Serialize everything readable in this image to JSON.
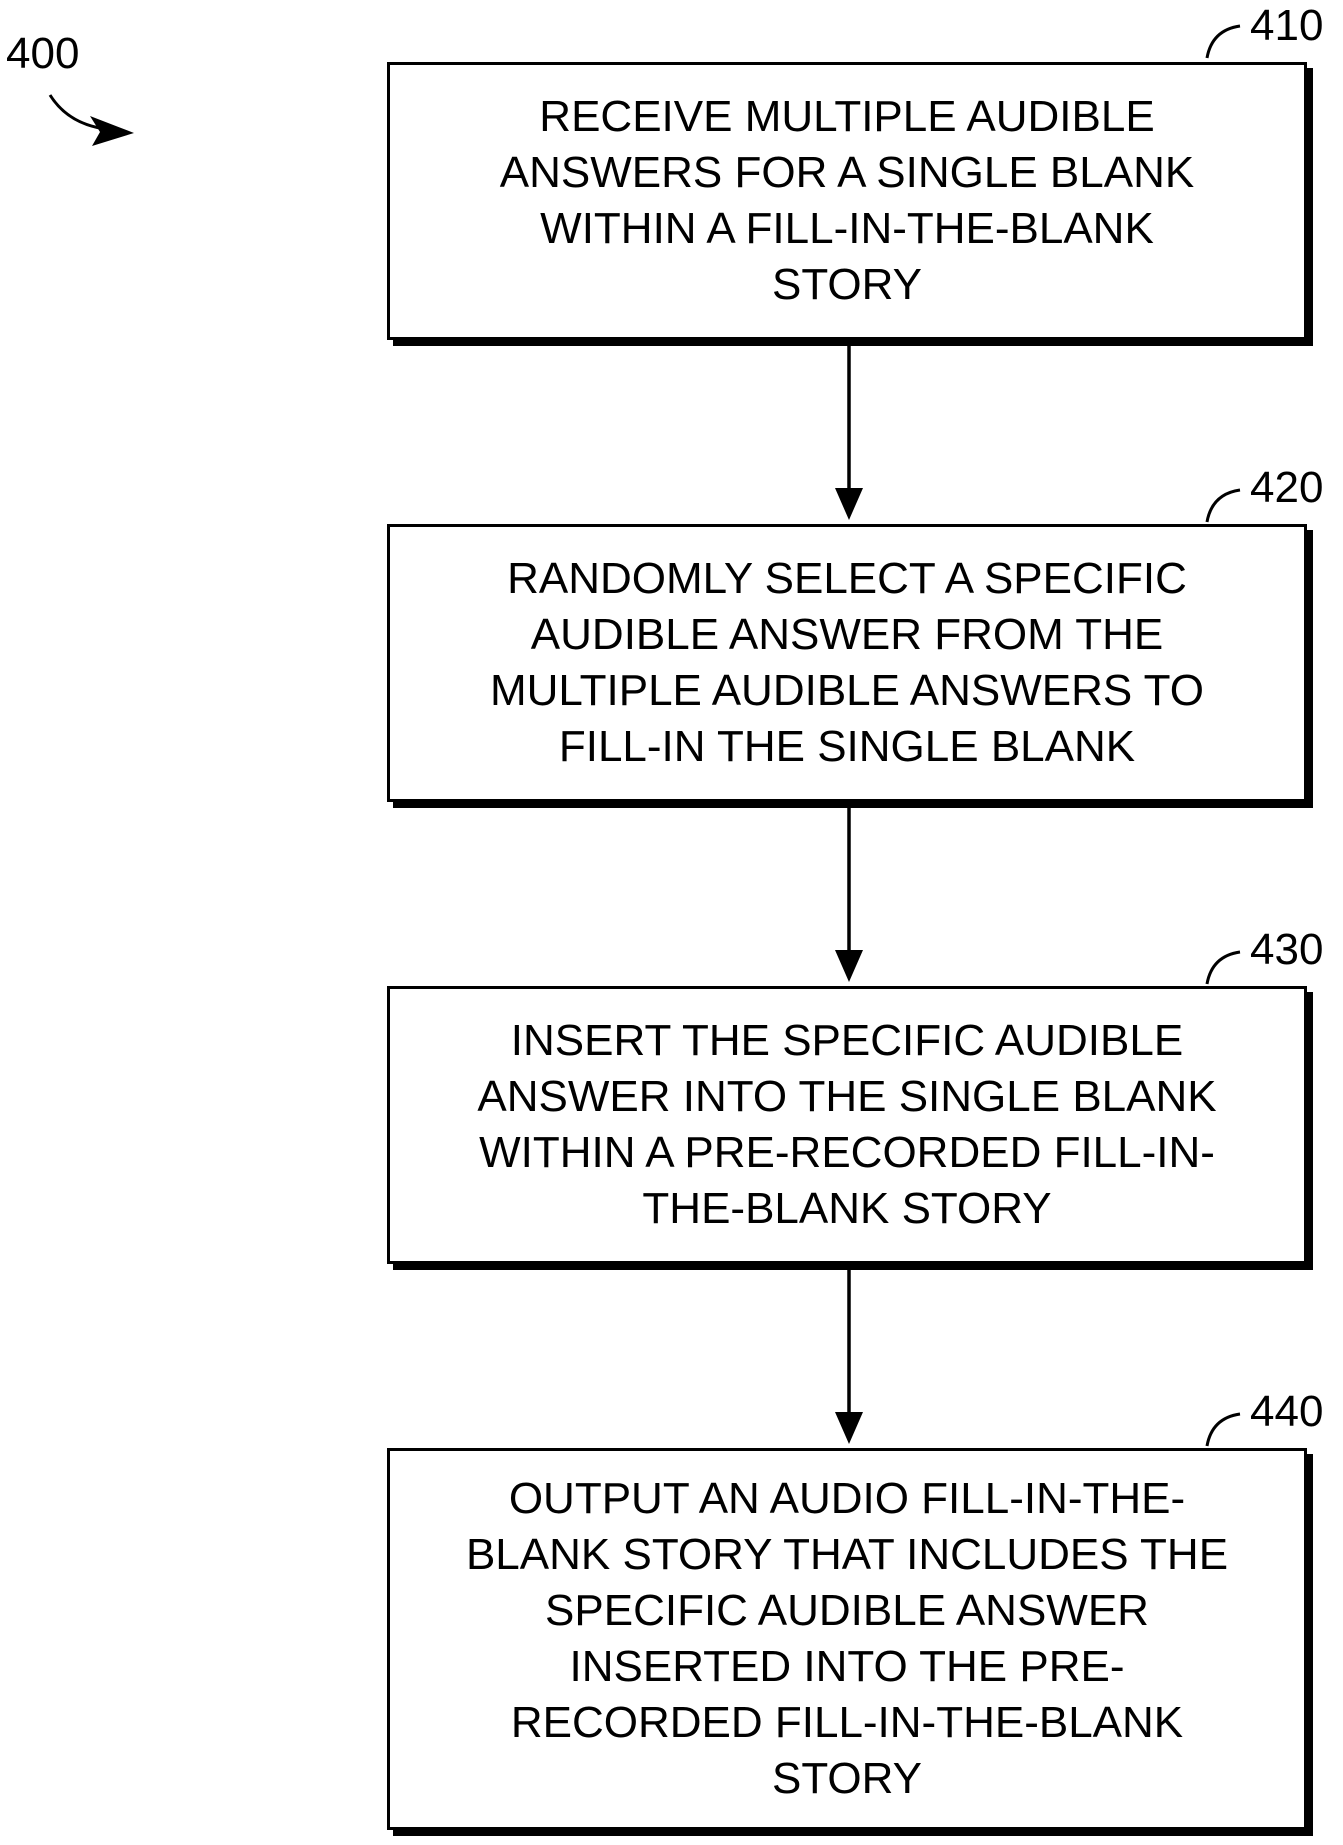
{
  "figure": {
    "number": "400"
  },
  "steps": [
    {
      "ref": "410",
      "lines": [
        "RECEIVE MULTIPLE AUDIBLE",
        "ANSWERS FOR A SINGLE BLANK",
        "WITHIN A FILL-IN-THE-BLANK",
        "STORY"
      ]
    },
    {
      "ref": "420",
      "lines": [
        "RANDOMLY SELECT A SPECIFIC",
        "AUDIBLE ANSWER FROM THE",
        "MULTIPLE AUDIBLE ANSWERS TO",
        "FILL-IN THE SINGLE BLANK"
      ]
    },
    {
      "ref": "430",
      "lines": [
        "INSERT THE SPECIFIC AUDIBLE",
        "ANSWER INTO THE SINGLE BLANK",
        "WITHIN A PRE-RECORDED FILL-IN-",
        "THE-BLANK STORY"
      ]
    },
    {
      "ref": "440",
      "lines": [
        "OUTPUT AN AUDIO FILL-IN-THE-",
        "BLANK STORY THAT INCLUDES THE",
        "SPECIFIC AUDIBLE ANSWER",
        "INSERTED INTO THE PRE-",
        "RECORDED FILL-IN-THE-BLANK",
        "STORY"
      ]
    }
  ],
  "colors": {
    "ink": "#000000",
    "background": "#ffffff"
  }
}
